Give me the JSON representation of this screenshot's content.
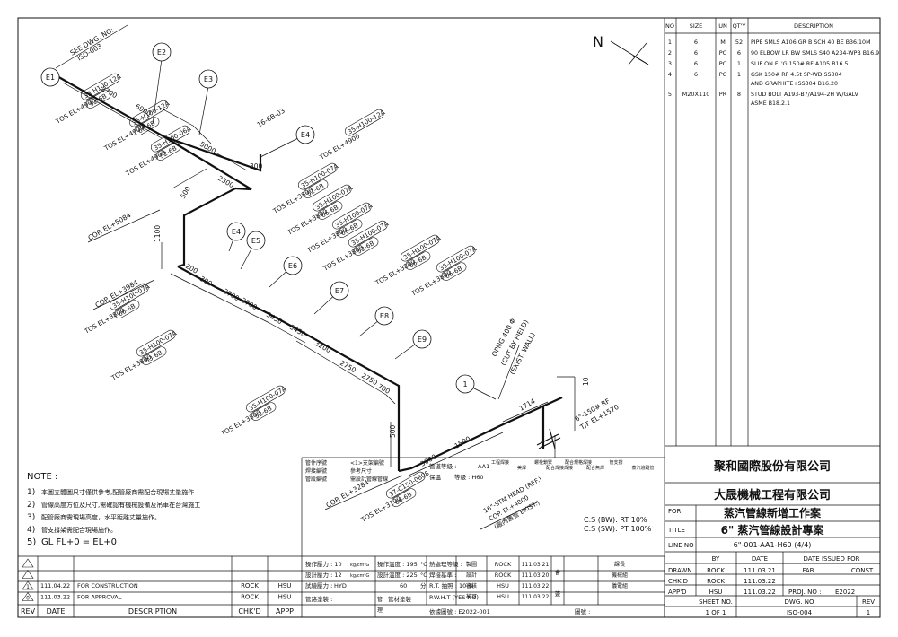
{
  "drawing": {
    "see_dwg": "SEE DWG. NO:\nISO-003",
    "north": "N",
    "circles": [
      "E1",
      "E2",
      "E3",
      "E4",
      "E4",
      "E5",
      "E6",
      "E7",
      "E8",
      "E9",
      "1"
    ],
    "dims": [
      "2700",
      "6900",
      "5000",
      "2300",
      "300",
      "500",
      "1100",
      "200",
      "300",
      "2700",
      "2700",
      "3450",
      "3450",
      "3200",
      "2750",
      "2750",
      "700",
      "500",
      "3000",
      "1500",
      "1714",
      "10"
    ],
    "tags": [
      {
        "line1": "TOS EL+4900",
        "line2": "35-H100-12A",
        "line3": "52-6B"
      },
      {
        "line1": "TOS EL+4900",
        "line2": "35-H100-12A",
        "line3": "66-6B"
      },
      {
        "line1": "TOS EL+4900",
        "line2": "35-H100-06A",
        "line3": "52-6B"
      },
      {
        "line1": "TOS EL+4900",
        "line2": "35-H100-12A",
        "line3": ""
      },
      {
        "line1": "TOS EL+3800",
        "line2": "35-H100-07A",
        "line3": "52-6B"
      },
      {
        "line1": "TOS EL+3800",
        "line2": "35-H100-07A",
        "line3": "66-6B"
      },
      {
        "line1": "TOS EL+3800",
        "line2": "35-H100-07A",
        "line3": "66-6B"
      },
      {
        "line1": "TOS EL+3800",
        "line2": "35-H100-07A",
        "line3": "52-6B"
      },
      {
        "line1": "TOS EL+3800",
        "line2": "35-H100-07A",
        "line3": "66-6B"
      },
      {
        "line1": "TOS EL+3800",
        "line2": "35-H100-07A",
        "line3": "66-6B"
      },
      {
        "line1": "TOS EL+3800",
        "line2": "35-H100-07A",
        "line3": "66-6B"
      },
      {
        "line1": "TOS EL+3800",
        "line2": "35-H100-07A",
        "line3": "83-6B"
      },
      {
        "line1": "TOS EL+3800",
        "line2": "35-H100-07A",
        "line3": "52-6B"
      },
      {
        "line1": "TOS EL+3100",
        "line2": "37-C150-0808",
        "line3": "66-6B"
      }
    ],
    "labels": {
      "ref_1": "16-6B-03",
      "cop1": "COP. EL+5084",
      "cop2": "COP. EL+3984",
      "cop3": "COP. EL+3284",
      "opening1": "OPNG 400 Φ",
      "opening2": "(CUT BY FIELD)",
      "opening3": "(EXIST. WALL)",
      "head1": "16\"-STM HEAD (REF.)",
      "head2": "COP. EL+4800",
      "head3": "(廠內舊管 EXIST.)",
      "end1": "6\"-150# RF",
      "end2": "T/F EL+1570",
      "cs1": "C.S (BW): RT  10%",
      "cs2": "C.S (SW): PT  100%"
    }
  },
  "notes": {
    "title": "NOTE :",
    "items": [
      {
        "n": "1)",
        "text": "本圖立體圖尺寸僅供參考,配管廠商需配合現場丈量施作"
      },
      {
        "n": "2)",
        "text": "管線高度方位及尺寸,需確認有機械設備及吊車在台灣施工"
      },
      {
        "n": "3)",
        "text": "配管廠商需現場高度，水平距離丈量施作。"
      },
      {
        "n": "4)",
        "text": "管支撐架需配合現場施作。"
      },
      {
        "n": "5)",
        "text": "GL FL+0 = EL+0"
      }
    ]
  },
  "bom": {
    "headers": [
      "NO",
      "SIZE",
      "UN",
      "QT'Y",
      "DESCRIPTION"
    ],
    "rows": [
      {
        "no": "1",
        "size": "6",
        "un": "M",
        "qty": "52",
        "desc": "PIPE SMLS A106 GR B SCH 40 BE B36.10M"
      },
      {
        "no": "2",
        "size": "6",
        "un": "PC",
        "qty": "6",
        "desc": "90 ELBOW LR BW SMLS S40 A234-WPB B16.9"
      },
      {
        "no": "3",
        "size": "6",
        "un": "PC",
        "qty": "1",
        "desc": "SLIP ON FL'G 150# RF A105 B16.5"
      },
      {
        "no": "4",
        "size": "6",
        "un": "PC",
        "qty": "1",
        "desc": "GSK 150# RF 4.5t SP-WD SS304",
        "desc2": "AND GRAPHITE+SS304 B16.20"
      },
      {
        "no": "5",
        "size": "M20X110",
        "un": "PR",
        "qty": "8",
        "desc": "STUD BOLT A193-B7/A194-2H W/GALV",
        "desc2": "ASME B18.2.1"
      }
    ]
  },
  "title_block": {
    "company": "聚和國際股份有限公司",
    "contractor": "大晟機械工程有限公司",
    "for_label": "FOR",
    "for_value": "蒸汽管線新增工作案",
    "title_label": "TITLE",
    "title_value": "6\" 蒸汽管線設計專案",
    "line_no_label": "LINE NO",
    "line_no_value": "6\"-001-AA1-H60 (4/4)",
    "by": "BY",
    "date": "DATE",
    "date_issued": "DATE ISSUED FOR",
    "drawn": "DRAWN",
    "drawn_by": "ROCK",
    "drawn_date": "111.03.21",
    "fab": "FAB",
    "const": "CONST",
    "chkd": "CHK'D",
    "chkd_by": "ROCK",
    "chkd_date": "111.03.22",
    "appd": "APP'D",
    "appd_by": "HSU",
    "appd_date": "111.03.22",
    "proj_label": "PROJ. NO :",
    "proj_no": "E2022",
    "sheet_no": "SHEET NO.",
    "sheet_value": "1  OF  1",
    "dwg_no": "DWG. NO",
    "dwg_value": "ISO-004",
    "rev": "REV",
    "rev_value": "1"
  },
  "revisions": {
    "headers": [
      "REV",
      "DATE",
      "DESCRIPTION",
      "CHK'D",
      "APPP"
    ],
    "rows": [
      {
        "rev": "",
        "date": "",
        "desc": "",
        "chk": "",
        "app": ""
      },
      {
        "rev": "",
        "date": "",
        "desc": "",
        "chk": "",
        "app": ""
      },
      {
        "rev": "1",
        "date": "111.04.22",
        "desc": "FOR CONSTRUCTION",
        "chk": "ROCK",
        "app": "HSU"
      },
      {
        "rev": "0",
        "date": "111.03.22",
        "desc": "FOR APPROVAL",
        "chk": "ROCK",
        "app": "HSU"
      }
    ]
  },
  "symbols": {
    "l1": "管件序號",
    "l2": "焊接編號",
    "l3": "管段編號",
    "m1": "<1>支架編號",
    "m2": "參考尺寸",
    "m3": "需設計管線管線",
    "r1": "管道等級 :",
    "r1v": "AA1",
    "r2": "保溫",
    "r2v": "等級 : H60"
  },
  "conditions": [
    {
      "a": "操作壓力 : 10",
      "au": "kg/cm²G",
      "b": "操作溫度 : 195",
      "bu": "°C"
    },
    {
      "a": "設計壓力 : 12",
      "au": "kg/cm²G",
      "b": "設計溫度 : 225",
      "bu": "°C"
    },
    {
      "a": "試驗壓力 :",
      "av": "HYD",
      "b": "",
      "bv": "60",
      "bu": "分"
    }
  ],
  "conditions_extra": {
    "c1": "熱處理等級 :",
    "c2": "R.T. 抽照 : 10 %",
    "c3": "P.W.H.T (YES NO)",
    "d1": "焊接基準 :",
    "paint": "管路塗裝 :",
    "paint2": "管材塗裝",
    "cloth": "管",
    "cloth2": "理"
  },
  "approval": {
    "head": [
      "工程焊接",
      "美焊",
      "螺栓鎖緊",
      "配合焊接焊接",
      "配合規格焊接",
      "配合無焊",
      "管支撐",
      "蒸汽追蹤管"
    ],
    "rows": [
      {
        "role": "製圖",
        "name": "ROCK",
        "date": "111.03.21",
        "sig": "課長"
      },
      {
        "role": "設計",
        "name": "ROCK",
        "date": "111.03.20",
        "sig": "機械組"
      },
      {
        "role": "審核",
        "name": "HSU",
        "date": "111.03.22",
        "sig": "儀電組"
      },
      {
        "role": "核可",
        "name": "HSU",
        "date": "111.03.22",
        "sig": ""
      }
    ],
    "note": "會",
    "note2": "簽",
    "drawing_no": "依據圖號 : E2022-001",
    "drawing_no2": "圖號 :"
  }
}
